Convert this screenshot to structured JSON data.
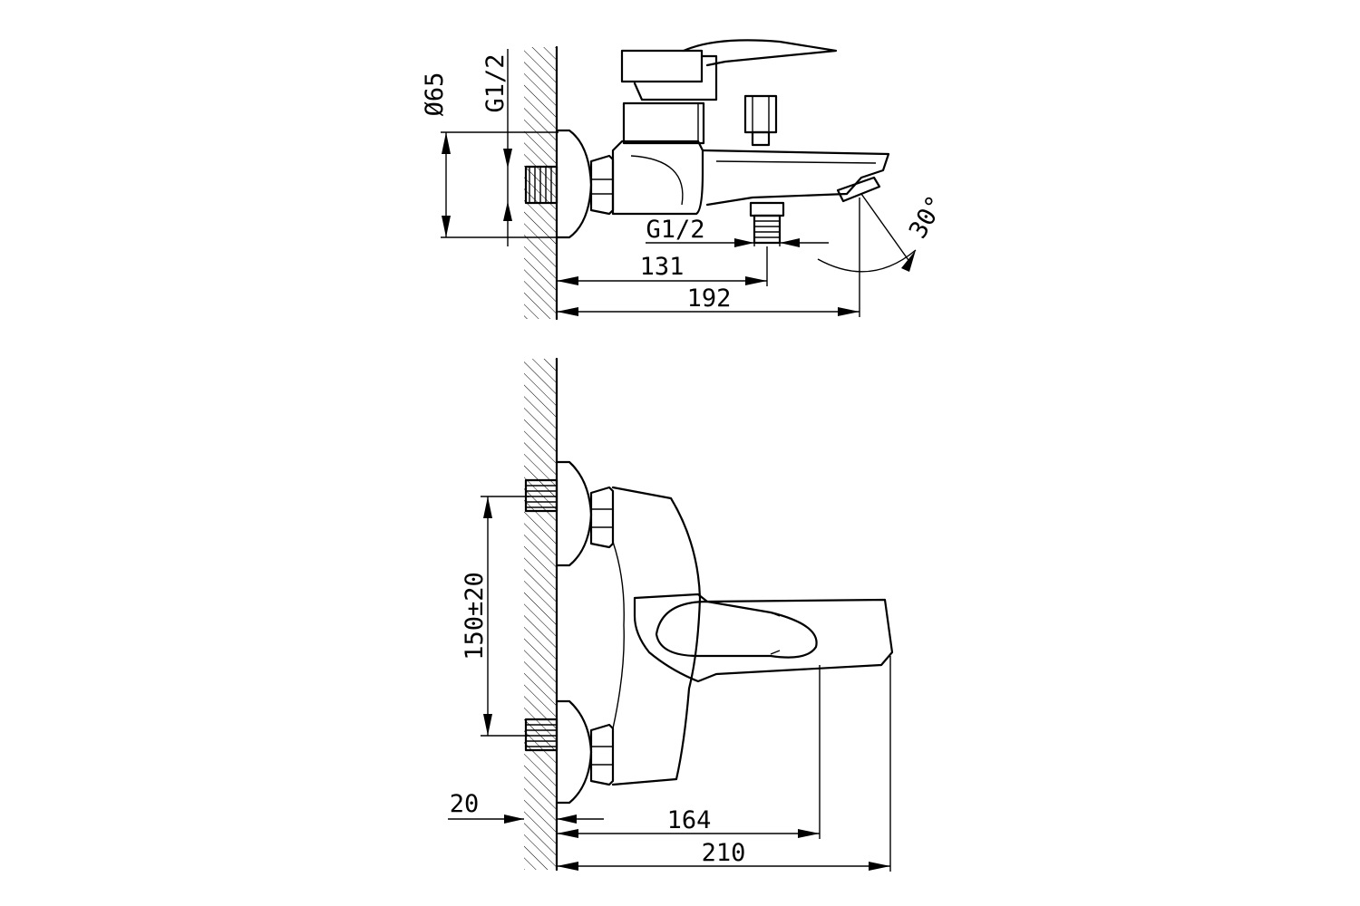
{
  "top_view": {
    "diameter_label": "Ø65",
    "thread_label_wall": "G1/2",
    "thread_label_outlet": "G1/2",
    "dim_outlet": "131",
    "dim_spout": "192",
    "angle_label": "30°"
  },
  "front_view": {
    "dim_centers": "150±20",
    "dim_wall": "20",
    "dim_handle": "164",
    "dim_spout": "210"
  }
}
